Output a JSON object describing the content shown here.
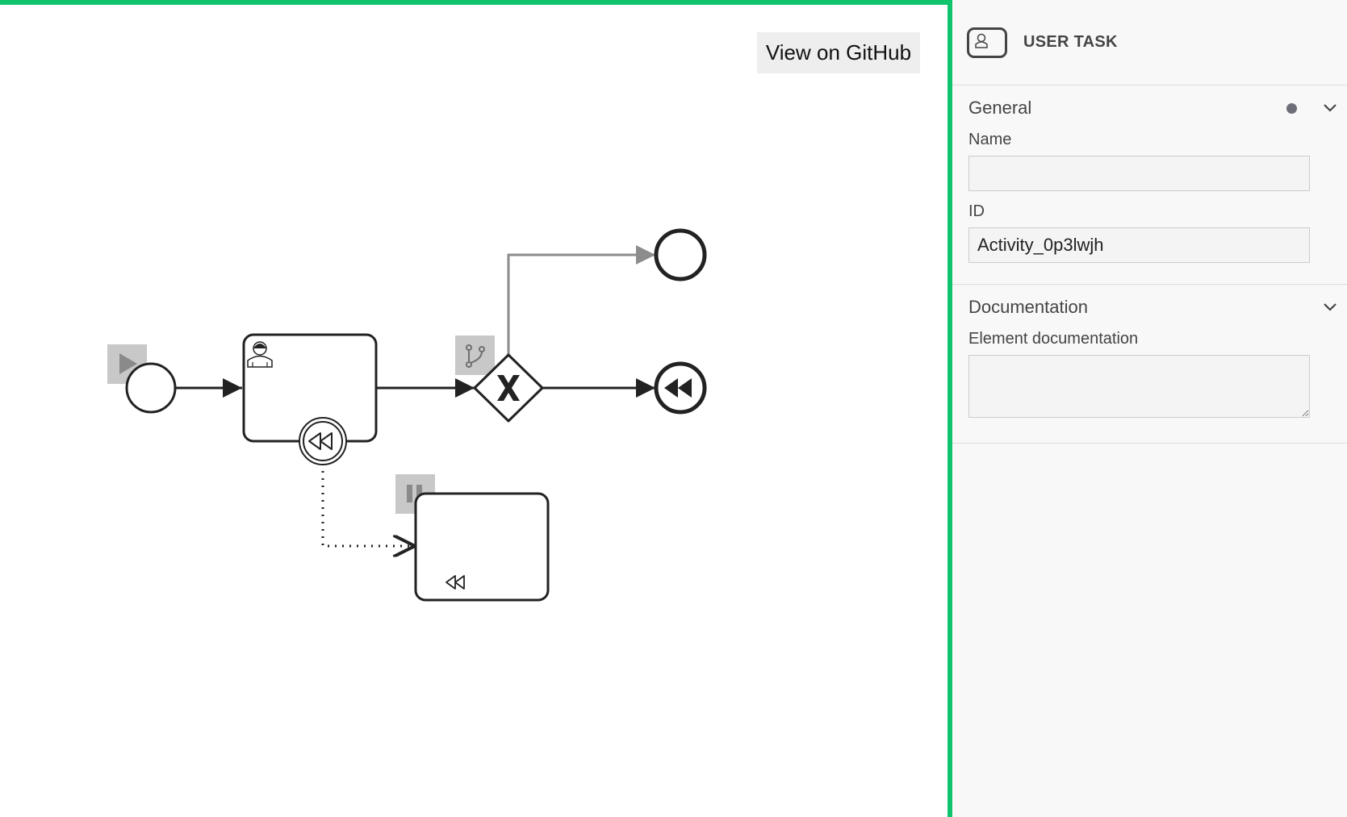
{
  "canvas": {
    "github_button_label": "View on GitHub",
    "accent_color": "#10c46e",
    "elements": [
      {
        "name": "start-event",
        "type": "start event"
      },
      {
        "name": "user-task",
        "type": "user task"
      },
      {
        "name": "compensation-boundary-event",
        "type": "compensation boundary event"
      },
      {
        "name": "exclusive-gateway",
        "type": "exclusive gateway"
      },
      {
        "name": "end-event-top",
        "type": "end event"
      },
      {
        "name": "compensation-end-event",
        "type": "compensation end event"
      },
      {
        "name": "compensation-task",
        "type": "compensation task"
      }
    ],
    "tokens": [
      {
        "name": "play-icon",
        "icon": "play"
      },
      {
        "name": "branch-icon",
        "icon": "git-branch"
      },
      {
        "name": "pause-icon",
        "icon": "pause"
      }
    ]
  },
  "panel": {
    "header_title": "USER TASK",
    "header_icon": "user-task-icon",
    "groups": {
      "general": {
        "title": "General",
        "name_label": "Name",
        "name_value": "",
        "id_label": "ID",
        "id_value": "Activity_0p3lwjh"
      },
      "documentation": {
        "title": "Documentation",
        "element_doc_label": "Element documentation",
        "element_doc_value": ""
      }
    }
  }
}
